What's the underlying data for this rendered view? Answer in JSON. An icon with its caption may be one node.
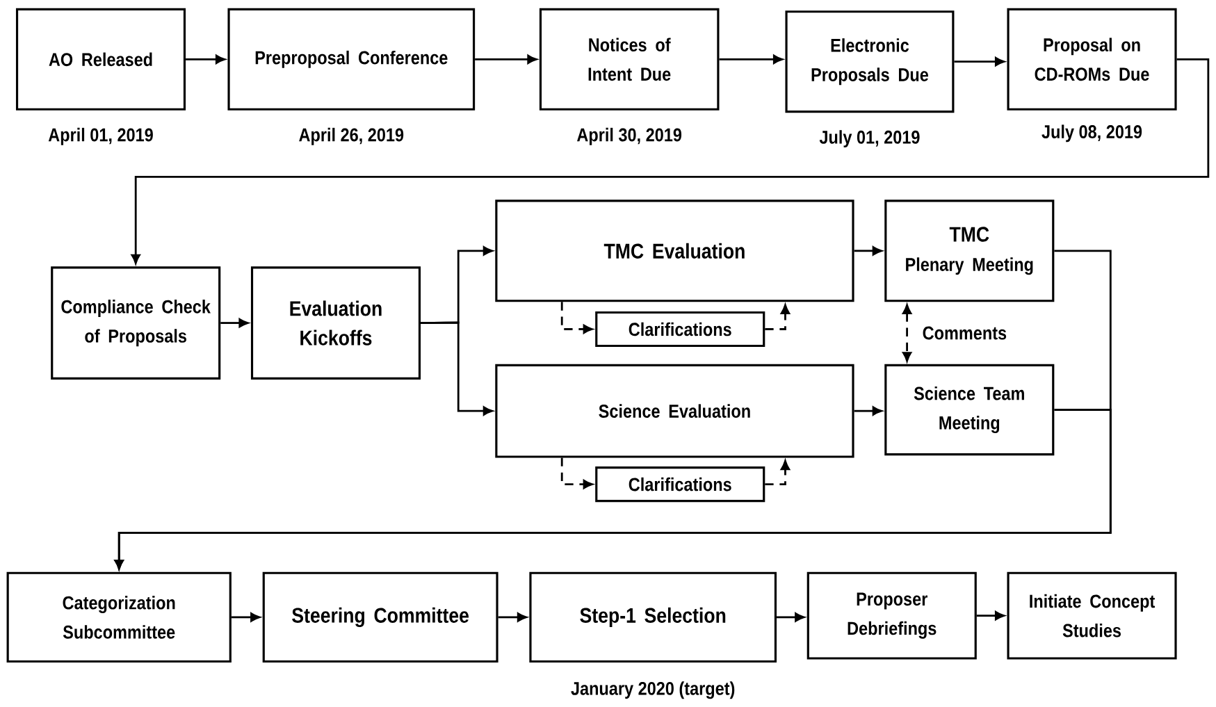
{
  "diagram": {
    "nodes": [
      {
        "text": [
          "AO Released"
        ],
        "beside": [
          "April 01, 2019"
        ]
      },
      {
        "text": [
          "Preproposal Conference"
        ],
        "beside": [
          "April 26, 2019"
        ]
      },
      {
        "text": [
          "Notices of Intent Due"
        ],
        "beside": [
          "April 30, 2019"
        ]
      },
      {
        "text": [
          "Electronic Proposals Due"
        ],
        "beside": [
          "July 01, 2019"
        ]
      },
      {
        "text": [
          "Proposal on CD-ROMs Due"
        ],
        "beside": [
          "July 08, 2019"
        ]
      },
      {
        "text": [
          "Compliance Check of Proposals"
        ]
      },
      {
        "text": [
          "Evaluation Kickoffs"
        ]
      },
      {
        "text": [
          "TMC Evaluation"
        ]
      },
      {
        "text": [
          "Clarifications"
        ]
      },
      {
        "text": [
          "TMC",
          "Plenary Meeting"
        ]
      },
      {
        "text": [
          "Science Evaluation"
        ]
      },
      {
        "text": [
          "Clarifications"
        ]
      },
      {
        "text": [
          "Science Team Meeting"
        ]
      },
      {
        "text": [
          "Categorization Subcommittee"
        ]
      },
      {
        "text": [
          "Steering Committee"
        ]
      },
      {
        "text": [
          "Step-1 Selection"
        ],
        "beside": [
          "January 2020 (target)"
        ]
      },
      {
        "text": [
          "Proposer Debriefings"
        ]
      },
      {
        "text": [
          "Initiate Concept Studies"
        ]
      }
    ],
    "edges": [
      {
        "from": 0,
        "to": 1,
        "arrow": "to"
      },
      {
        "from": 1,
        "to": 2,
        "arrow": "to"
      },
      {
        "from": 2,
        "to": 3,
        "arrow": "to"
      },
      {
        "from": 3,
        "to": 4,
        "arrow": "to"
      },
      {
        "from": 4,
        "to": 5,
        "arrow": "to"
      },
      {
        "from": 5,
        "to": 6,
        "arrow": "to"
      },
      {
        "from": 6,
        "to": 7,
        "arrow": "to"
      },
      {
        "from": 6,
        "to": 10,
        "arrow": "to"
      },
      {
        "from": 7,
        "to": 9,
        "arrow": "to"
      },
      {
        "from": 10,
        "to": 12,
        "arrow": "to"
      },
      {
        "from": 9,
        "to": 12,
        "arrow": "both",
        "style": "dashed",
        "label": "Comments"
      },
      {
        "from": 7,
        "to": 8,
        "arrow": "to",
        "style": "dashed"
      },
      {
        "from": 8,
        "to": 7,
        "arrow": "to",
        "style": "dashed"
      },
      {
        "from": 10,
        "to": 11,
        "arrow": "to",
        "style": "dashed"
      },
      {
        "from": 11,
        "to": 10,
        "arrow": "to",
        "style": "dashed"
      },
      {
        "from": 9,
        "to": 13,
        "arrow": "to"
      },
      {
        "from": 12,
        "to": 13,
        "arrow": "to"
      },
      {
        "from": 13,
        "to": 14,
        "arrow": "to"
      },
      {
        "from": 14,
        "to": 15,
        "arrow": "to"
      },
      {
        "from": 15,
        "to": 16,
        "arrow": "to"
      },
      {
        "from": 16,
        "to": 17,
        "arrow": "to"
      }
    ]
  }
}
